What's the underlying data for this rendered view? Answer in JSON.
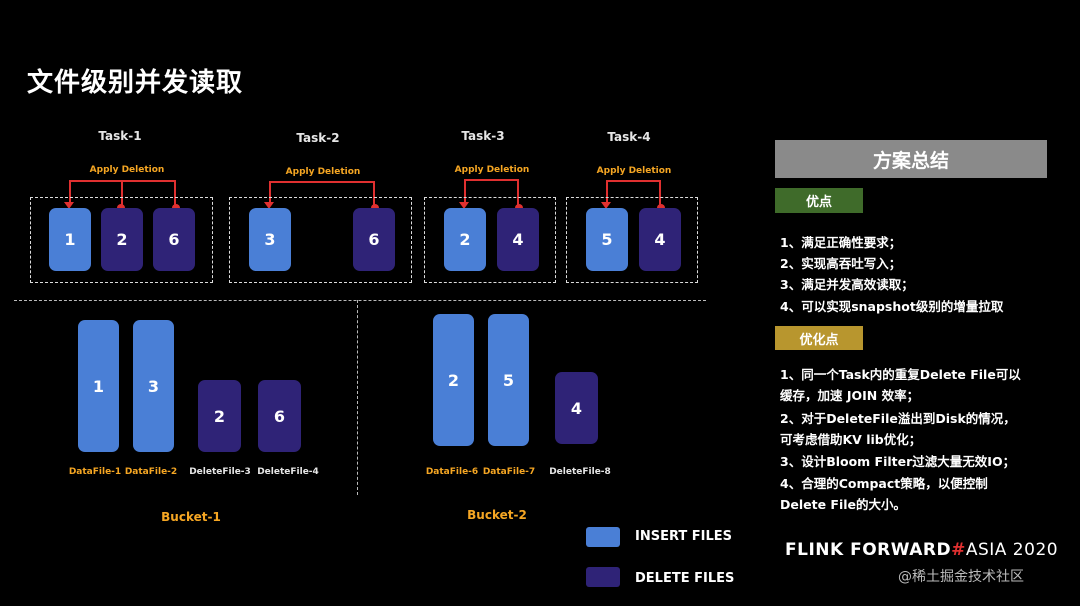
{
  "title": "文件级别并发读取",
  "tasks": [
    {
      "label": "Task-1",
      "apply": "Apply Deletion",
      "files": [
        "1",
        "2",
        "6"
      ]
    },
    {
      "label": "Task-2",
      "apply": "Apply Deletion",
      "files": [
        "3",
        "6"
      ]
    },
    {
      "label": "Task-3",
      "apply": "Apply Deletion",
      "files": [
        "2",
        "4"
      ]
    },
    {
      "label": "Task-4",
      "apply": "Apply Deletion",
      "files": [
        "5",
        "4"
      ]
    }
  ],
  "buckets": [
    {
      "label": "Bucket-1",
      "files": [
        {
          "num": "1",
          "name": "DataFile-1",
          "type": "insert"
        },
        {
          "num": "3",
          "name": "DataFile-2",
          "type": "insert"
        },
        {
          "num": "2",
          "name": "DeleteFile-3",
          "type": "delete"
        },
        {
          "num": "6",
          "name": "DeleteFile-4",
          "type": "delete"
        }
      ]
    },
    {
      "label": "Bucket-2",
      "files": [
        {
          "num": "2",
          "name": "DataFile-6",
          "type": "insert"
        },
        {
          "num": "5",
          "name": "DataFile-7",
          "type": "insert"
        },
        {
          "num": "4",
          "name": "DeleteFile-8",
          "type": "delete"
        }
      ]
    }
  ],
  "summary": {
    "header": "方案总结",
    "pros_label": "优点",
    "pros": [
      "1、满足正确性要求；",
      "2、实现高吞吐写入；",
      "3、满足并发高效读取；",
      "4、可以实现snapshot级别的增量拉取"
    ],
    "opt_label": "优化点",
    "opts": [
      "1、同一个Task内的重复Delete File可以",
      "缓存，加速 JOIN 效率；",
      "2、对于DeleteFile溢出到Disk的情况，",
      "可考虑借助KV lib优化；",
      "3、设计Bloom Filter过滤大量无效IO；",
      "4、合理的Compact策略，以便控制",
      "Delete File的大小。"
    ]
  },
  "legend": {
    "insert": "INSERT FILES",
    "delete": "DELETE FILES"
  },
  "brand": {
    "main": "FLINK FORWARD",
    "hash": "#",
    "suffix": "ASIA 2020"
  },
  "watermark": "@稀土掘金技术社区",
  "colors": {
    "insert": "#4a7fd6",
    "delete": "#2f2377",
    "arrow": "#e03030",
    "accent": "#f5a623"
  }
}
